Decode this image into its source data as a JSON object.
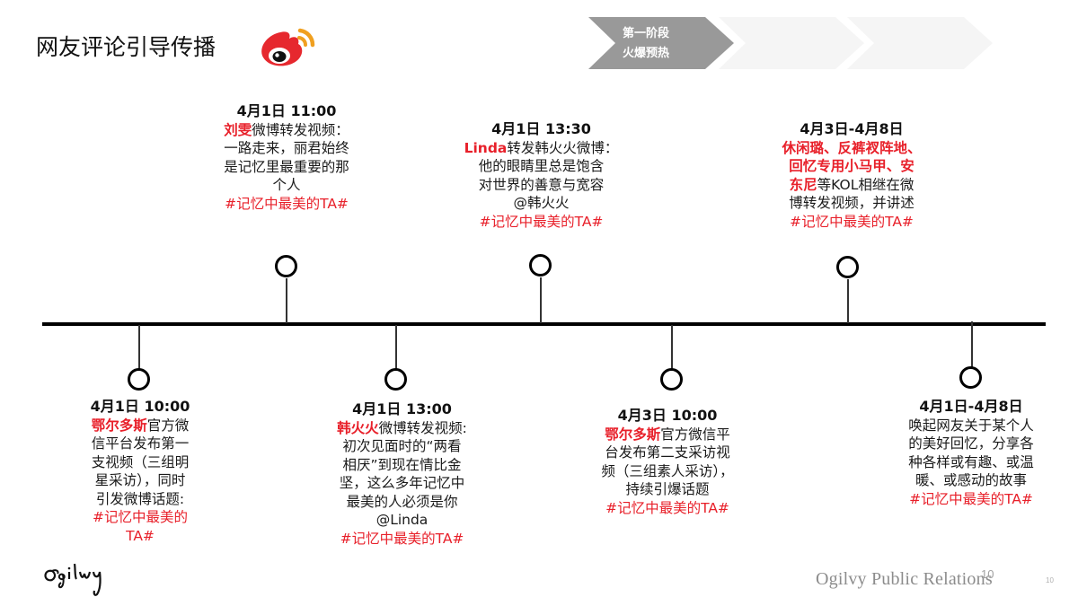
{
  "header": {
    "title": "网友评论引导传播",
    "logo_icon": "weibo-logo-icon"
  },
  "stages": [
    {
      "line1": "第一阶段",
      "line2": "火爆预热",
      "active": true,
      "color": "#999999"
    },
    {
      "line1": "",
      "line2": "",
      "active": false,
      "color": "#f5f5f5"
    },
    {
      "line1": "",
      "line2": "",
      "active": false,
      "color": "#f5f5f5"
    }
  ],
  "timeline": {
    "colors": {
      "line": "#000000",
      "highlight": "#e8202a",
      "text": "#1a1a1a"
    },
    "top_events": [
      {
        "date": "4月1日 11:00",
        "highlight": "刘雯",
        "lead": "微博转发视频：",
        "lines": [
          "一路走来，丽君始终",
          "是记忆里最重要的那",
          "个人"
        ],
        "tag": "#记忆中最美的TA#"
      },
      {
        "date": "4月1日 13:30",
        "highlight": "Linda",
        "lead": "转发韩火火微博：",
        "lines": [
          "他的眼睛里总是饱含",
          "对世界的善意与宽容",
          "@韩火火"
        ],
        "tag": "#记忆中最美的TA#"
      },
      {
        "date": "4月3日-4月8日",
        "highlight_lines": [
          "休闲璐、反裤衩阵地、",
          "回忆专用小马甲、安"
        ],
        "highlight": "东尼",
        "lead": "等KOL相继在微",
        "lines": [
          "博转发视频，并讲述"
        ],
        "tag": "#记忆中最美的TA#"
      }
    ],
    "bottom_events": [
      {
        "date": "4月1日 10:00",
        "highlight": "鄂尔多斯",
        "lead": "官方微",
        "lines": [
          "信平台发布第一",
          "支视频（三组明",
          "星采访），同时",
          "引发微博话题:"
        ],
        "tag_lines": [
          "#记忆中最美的",
          "TA#"
        ]
      },
      {
        "date": "4月1日 13:00",
        "highlight": "韩火火",
        "lead": "微博转发视频:",
        "lines": [
          "初次见面时的“两看",
          "相厌”到现在情比金",
          "坚，这么多年记忆中",
          "最美的人必须是你",
          "@Linda"
        ],
        "tag": "#记忆中最美的TA#"
      },
      {
        "date": "4月3日 10:00",
        "highlight": "鄂尔多斯",
        "lead": "官方微信平",
        "lines": [
          "台发布第二支采访视",
          "频（三组素人采访），",
          "持续引爆话题"
        ],
        "tag": "#记忆中最美的TA#"
      },
      {
        "date": "4月1日-4月8日",
        "highlight": "",
        "lead": "",
        "lines": [
          "唤起网友关于某个人",
          "的美好回忆，分享各",
          "种各样或有趣、或温",
          "暖、或感动的故事"
        ],
        "tag": "#记忆中最美的TA#"
      }
    ]
  },
  "footer": {
    "logo": "Ogilvy",
    "brand": "Ogilvy Public Relations",
    "page_overlay": "10",
    "page_number": "10"
  }
}
